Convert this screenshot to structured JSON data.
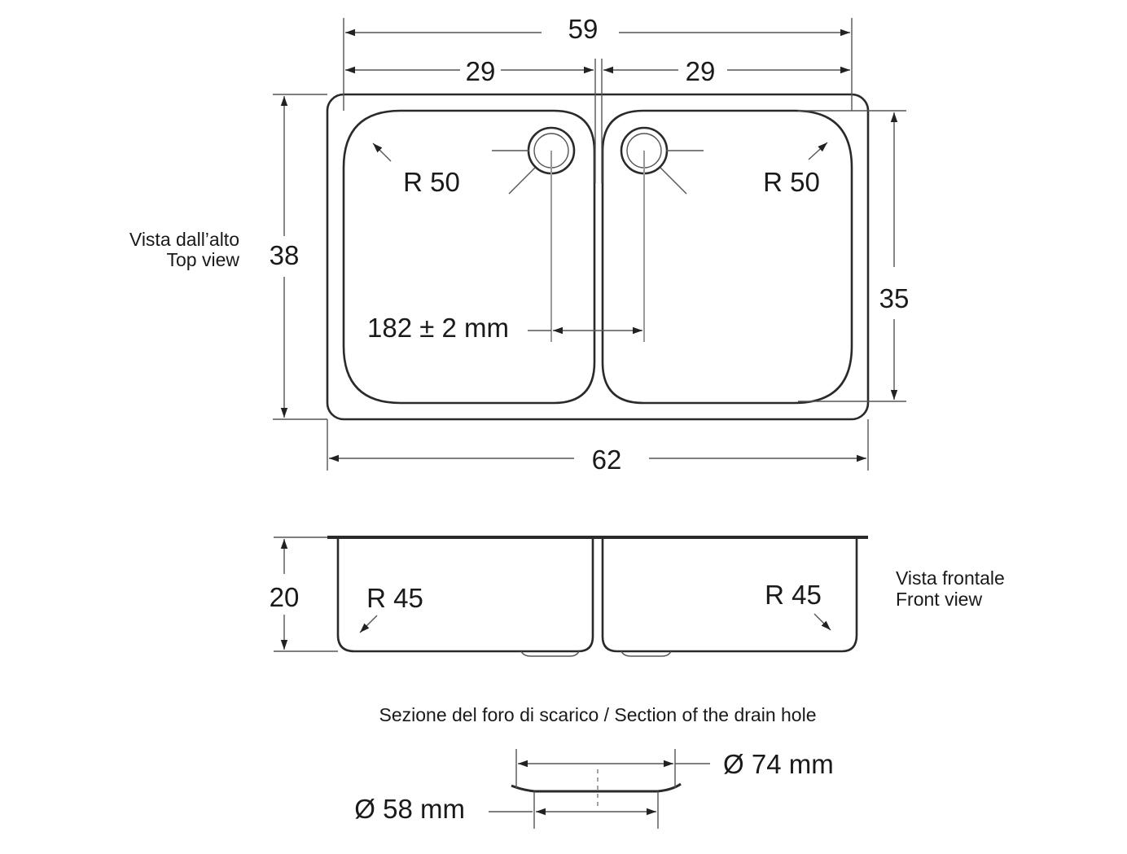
{
  "labels": {
    "top_view_it": "Vista dall’alto",
    "top_view_en": "Top view",
    "front_view_it": "Vista frontale",
    "front_view_en": "Front view",
    "section_title": "Sezione del foro di scarico / Section of the drain hole"
  },
  "dimensions": {
    "total_inner_width": "59",
    "left_bowl_width": "29",
    "right_bowl_width": "29",
    "overall_depth": "38",
    "bowl_depth": "35",
    "drain_spacing": "182 ± 2 mm",
    "overall_width": "62",
    "corner_radius_top_left": "R 50",
    "corner_radius_top_right": "R 50",
    "height": "20",
    "corner_radius_front_left": "R 45",
    "corner_radius_front_right": "R 45",
    "drain_outer_diameter": "Ø 74 mm",
    "drain_inner_diameter": "Ø 58 mm"
  }
}
